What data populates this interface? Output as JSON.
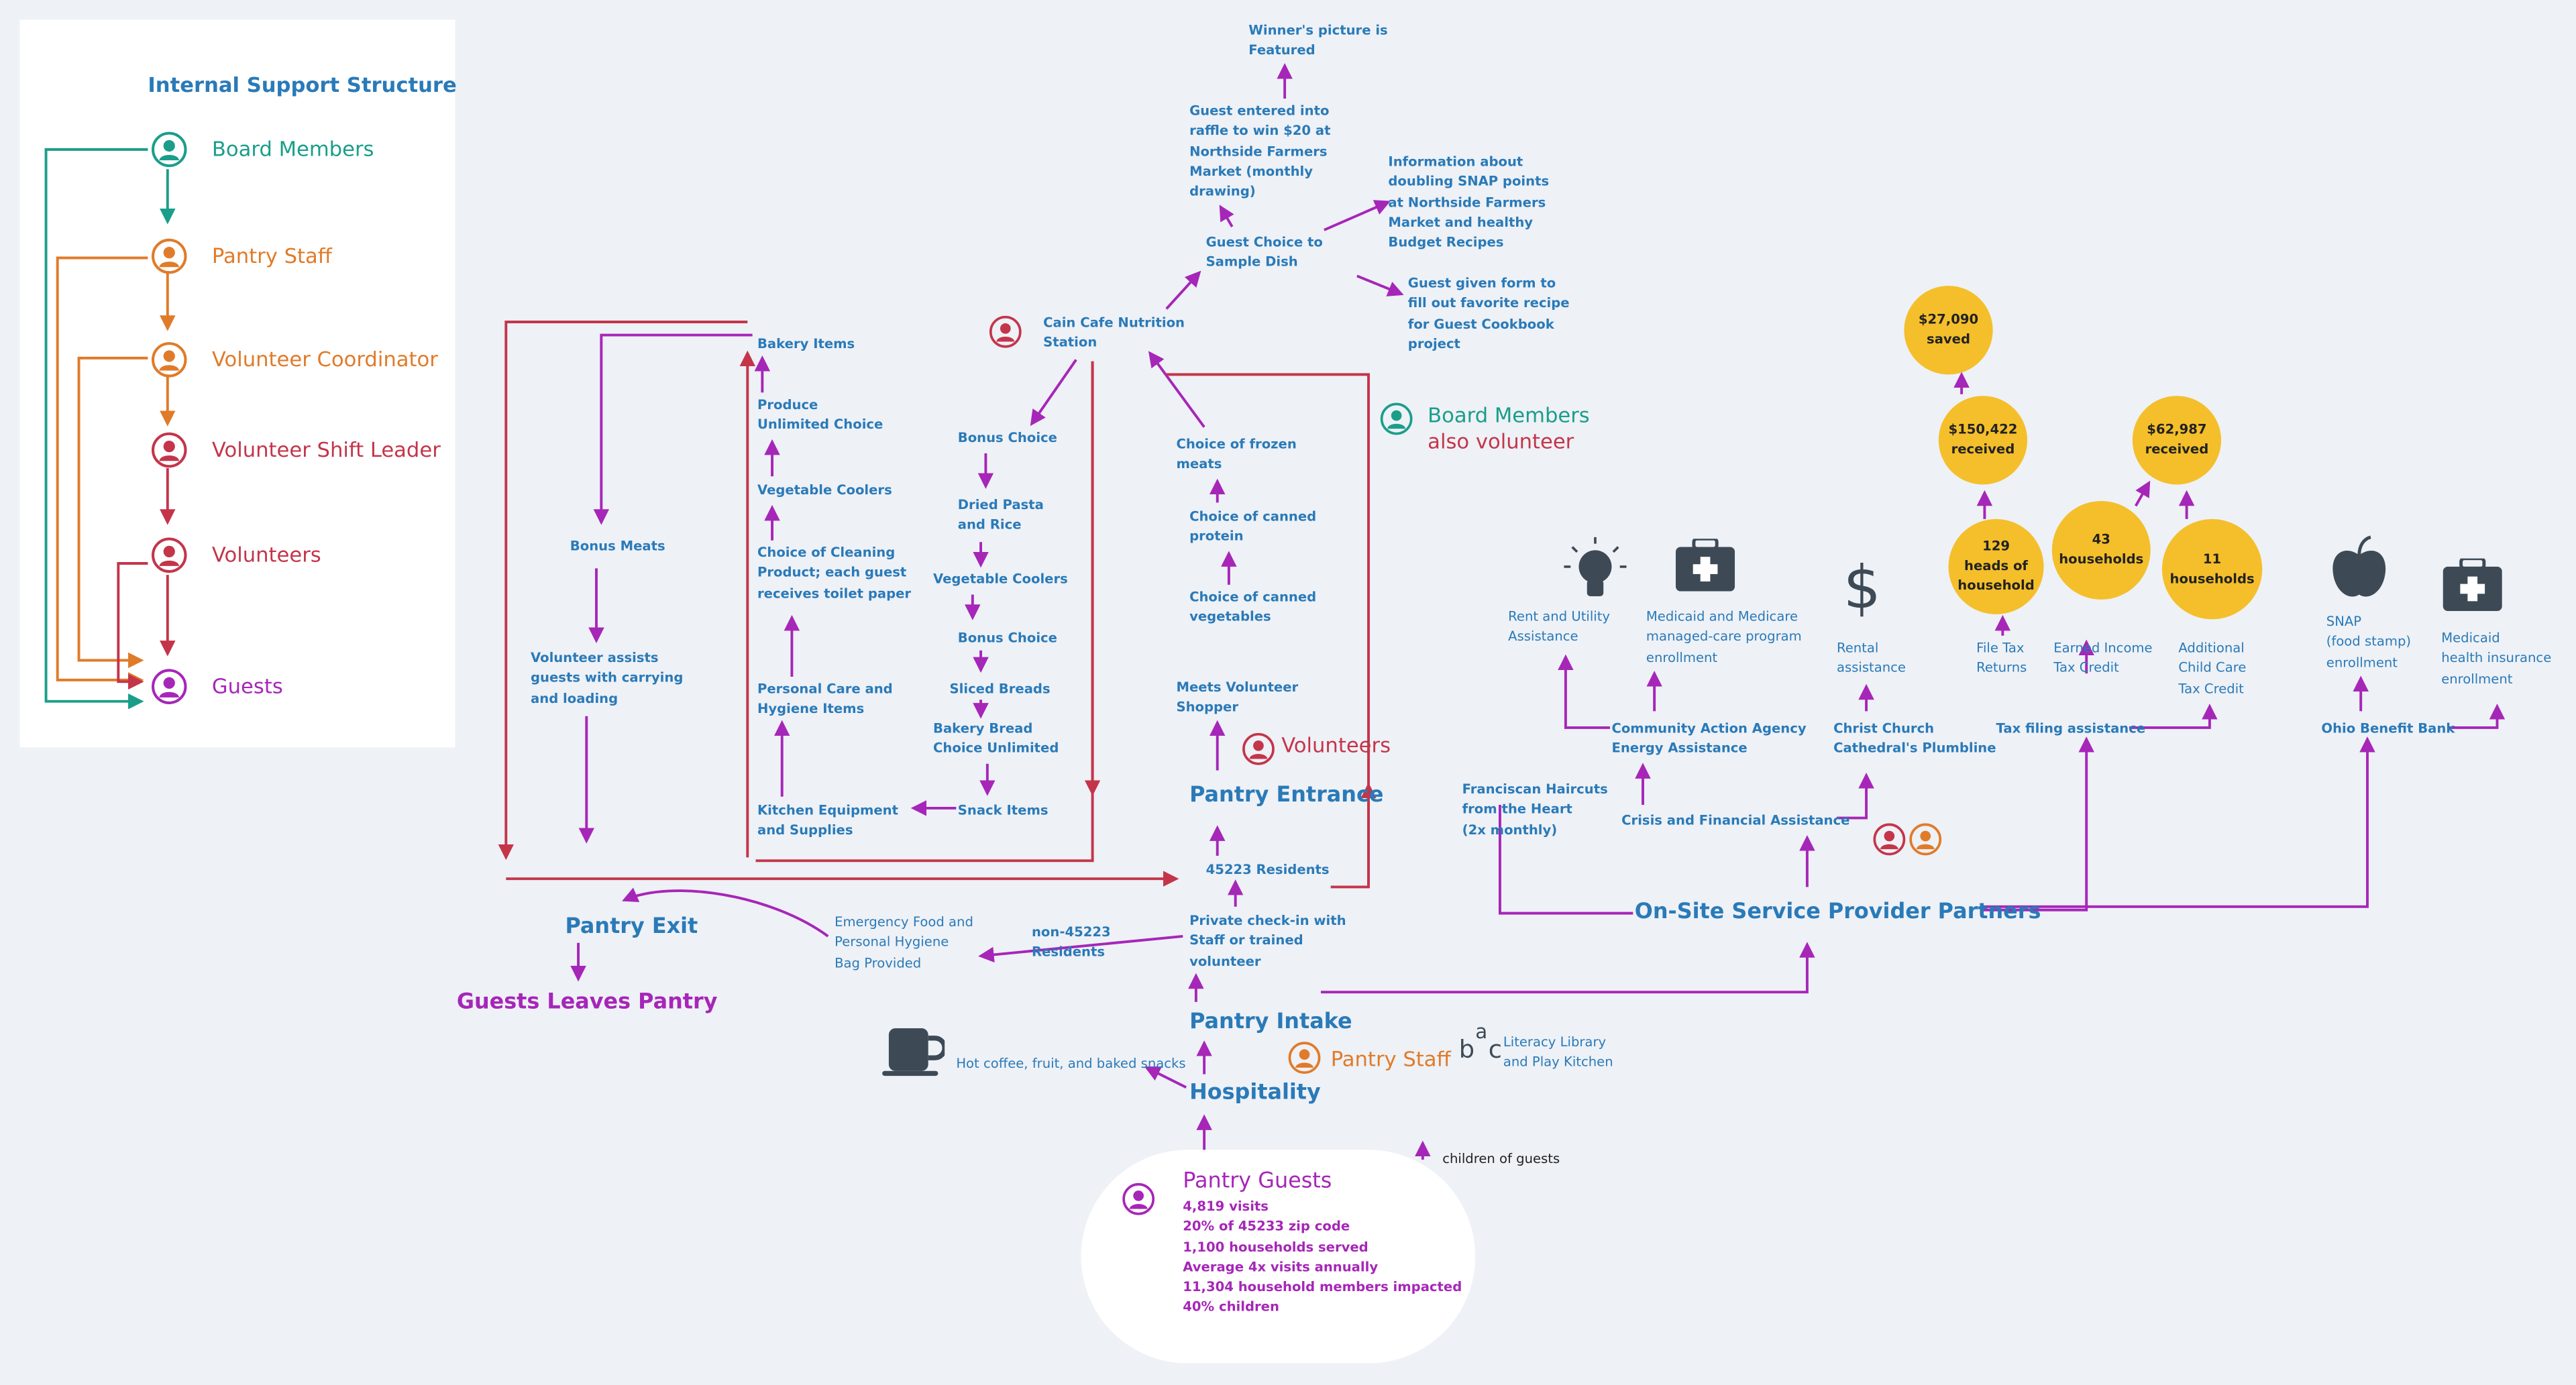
{
  "legend": {
    "title": "Internal Support Structure",
    "items": [
      "Board Members",
      "Pantry Staff",
      "Volunteer Coordinator",
      "Volunteer Shift Leader",
      "Volunteers",
      "Guests"
    ]
  },
  "colors": {
    "blue": "#2a7ab8",
    "purple": "#a626b8",
    "teal": "#1a9e8a",
    "orange": "#e07b29",
    "red": "#c4354a",
    "yellow": "#f4bf2a"
  },
  "guests_box": {
    "title": "Pantry Guests",
    "lines": [
      "4,819 visits",
      "20% of 45233 zip code",
      "1,100 households served",
      "Average 4x visits annually",
      "11,304 household members impacted",
      "40% children"
    ]
  },
  "flow": {
    "children_of_guests": "children of guests",
    "hospitality": "Hospitality",
    "hot_coffee": "Hot coffee, fruit, and baked snacks",
    "pantry_staff": "Pantry Staff",
    "literacy": "Literacy Library\nand Play Kitchen",
    "pantry_intake": "Pantry Intake",
    "private_checkin": "Private check-in with\nStaff or trained\nvolunteer",
    "non_residents": "non-45223\nResidents",
    "emergency_bag": "Emergency Food and\nPersonal Hygiene\nBag Provided",
    "pantry_exit": "Pantry Exit",
    "guests_leave": "Guests Leaves Pantry",
    "residents": "45223 Residents",
    "pantry_entrance": "Pantry Entrance",
    "volunteers": "Volunteers",
    "meets_volunteer": "Meets Volunteer\nShopper",
    "board_also": "Board Members",
    "board_also_2": "also volunteer",
    "canned_veg": "Choice of canned\nvegetables",
    "canned_protein": "Choice of canned\nprotein",
    "frozen_meats": "Choice of frozen\nmeats",
    "cain_cafe": "Cain Cafe Nutrition\nStation",
    "guest_choice": "Guest Choice to\nSample Dish",
    "raffle": "Guest entered into\nraffle to win $20 at\nNorthside Farmers\nMarket (monthly\ndrawing)",
    "winner": "Winner's picture is\nFeatured",
    "snap_info": "Information about\ndoubling SNAP points\nat Northside Farmers\nMarket and healthy\nBudget Recipes",
    "recipe_form": "Guest given form to\nfill out favorite recipe\nfor Guest Cookbook\nproject",
    "bonus_choice_1": "Bonus Choice",
    "dried_pasta": "Dried Pasta\nand Rice",
    "veg_coolers_mid": "Vegetable Coolers",
    "bonus_choice_2": "Bonus Choice",
    "sliced_breads": "Sliced Breads",
    "bakery_bread": "Bakery Bread\nChoice Unlimited",
    "snack_items": "Snack Items",
    "kitchen_equipment": "Kitchen Equipment\nand Supplies",
    "personal_care": "Personal Care and\nHygiene Items",
    "cleaning": "Choice of Cleaning\nProduct; each guest\nreceives toilet paper",
    "veg_coolers_left": "Vegetable Coolers",
    "produce": "Produce\nUnlimited Choice",
    "bakery_items": "Bakery Items",
    "bonus_meats": "Bonus Meats",
    "volunteer_assists": "Volunteer assists\nguests with carrying\nand loading"
  },
  "partners": {
    "hub": "On-Site Service Provider Partners",
    "haircuts": "Franciscan Haircuts\nfrom the Heart\n(2x monthly)",
    "crisis": "Crisis and Financial Assistance",
    "community_action": "Community Action Agency\nEnergy Assistance",
    "rent_utility": "Rent and Utility\nAssistance",
    "medicaid_managed": "Medicaid and Medicare\nmanaged-care program\nenrollment",
    "christ_church": "Christ Church\nCathedral's Plumbline",
    "rental": "Rental\nassistance",
    "tax_filing": "Tax filing assistance",
    "file_tax": "File Tax\nReturns",
    "eitc": "Earned Income\nTax Credit",
    "child_care": "Additional\nChild Care\nTax Credit",
    "ohio_benefit": "Ohio Benefit Bank",
    "snap_enroll": "SNAP\n(food stamp)\nenrollment",
    "medicaid_enroll": "Medicaid\nhealth insurance\nenrollment"
  },
  "stats": {
    "saved": "$27,090\nsaved",
    "received_150": "$150,422\nreceived",
    "heads_129": "129\nheads of\nhousehold",
    "households_43": "43\nhouseholds",
    "received_62": "$62,987\nreceived",
    "households_11": "11\nhouseholds"
  },
  "icons": [
    "person-icon",
    "coffee-cup-icon",
    "abc-letters-icon",
    "lightbulb-icon",
    "first-aid-kit-icon",
    "dollar-sign-icon",
    "apple-icon"
  ]
}
